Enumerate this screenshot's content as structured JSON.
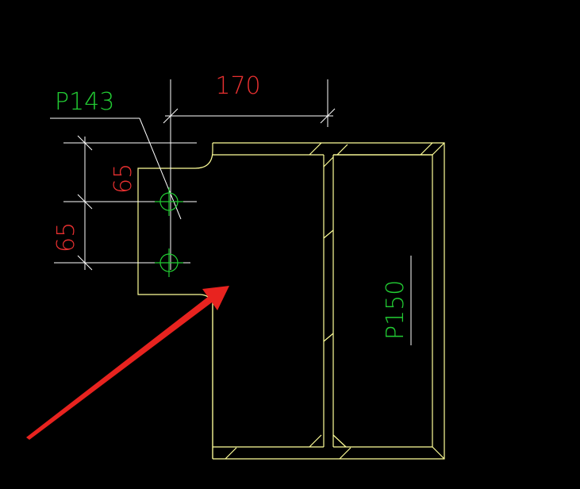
{
  "colors": {
    "background": "#000000",
    "outline": "#FFFF99",
    "dimension": "#FFFFFF",
    "dimension_text": "#E83030",
    "label": "#22CC33",
    "hole": "#22CC33",
    "arrow": "#E8231F"
  },
  "labels": {
    "plate_top": "P143",
    "plate_right": "P150"
  },
  "dimensions": {
    "horizontal": "170",
    "vertical_upper": "65",
    "vertical_lower": "65"
  },
  "holes": {
    "count": 2,
    "icon": "bolt-hole-icon"
  },
  "annotation": {
    "icon": "red-arrow-icon"
  }
}
